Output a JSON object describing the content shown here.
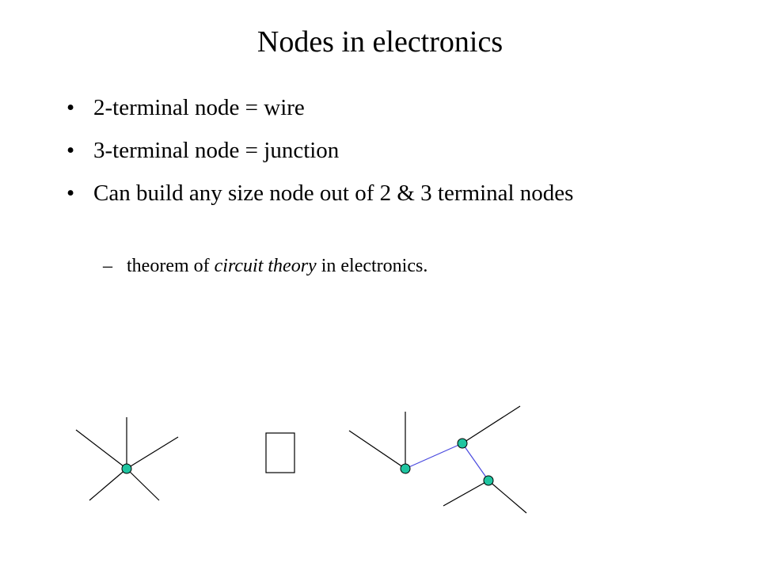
{
  "slide": {
    "title": "Nodes in electronics",
    "bullets": [
      {
        "bullet": "•",
        "text": "2-terminal node = wire"
      },
      {
        "bullet": "•",
        "text": "3-terminal node = junction"
      },
      {
        "bullet": "•",
        "text": "Can build any size node out of 2 & 3 terminal nodes"
      }
    ],
    "sub_bullet": {
      "dash": "–",
      "before": "theorem of ",
      "italic": "circuit theory",
      "after": " in electronics."
    }
  },
  "diagram": {
    "node_color": "#1fc4a0",
    "wire_color": "#000000",
    "link_color": "#4a4adf",
    "symbol_box": ""
  }
}
